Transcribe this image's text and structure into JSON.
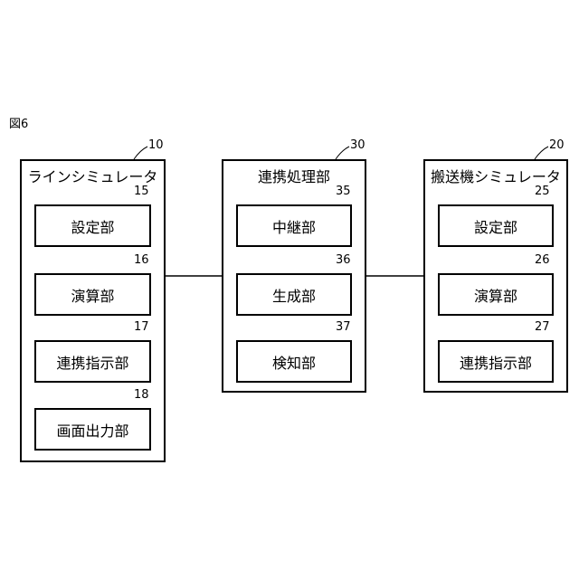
{
  "figure_label": "図6",
  "blocks": {
    "line_sim": {
      "ref": "10",
      "title": "ラインシミュレータ",
      "items": [
        {
          "ref": "15",
          "label": "設定部"
        },
        {
          "ref": "16",
          "label": "演算部"
        },
        {
          "ref": "17",
          "label": "連携指示部"
        },
        {
          "ref": "18",
          "label": "画面出力部"
        }
      ]
    },
    "coop": {
      "ref": "30",
      "title": "連携処理部",
      "items": [
        {
          "ref": "35",
          "label": "中継部"
        },
        {
          "ref": "36",
          "label": "生成部"
        },
        {
          "ref": "37",
          "label": "検知部"
        }
      ]
    },
    "conveyor_sim": {
      "ref": "20",
      "title": "搬送機シミュレータ",
      "items": [
        {
          "ref": "25",
          "label": "設定部"
        },
        {
          "ref": "26",
          "label": "演算部"
        },
        {
          "ref": "27",
          "label": "連携指示部"
        }
      ]
    }
  }
}
